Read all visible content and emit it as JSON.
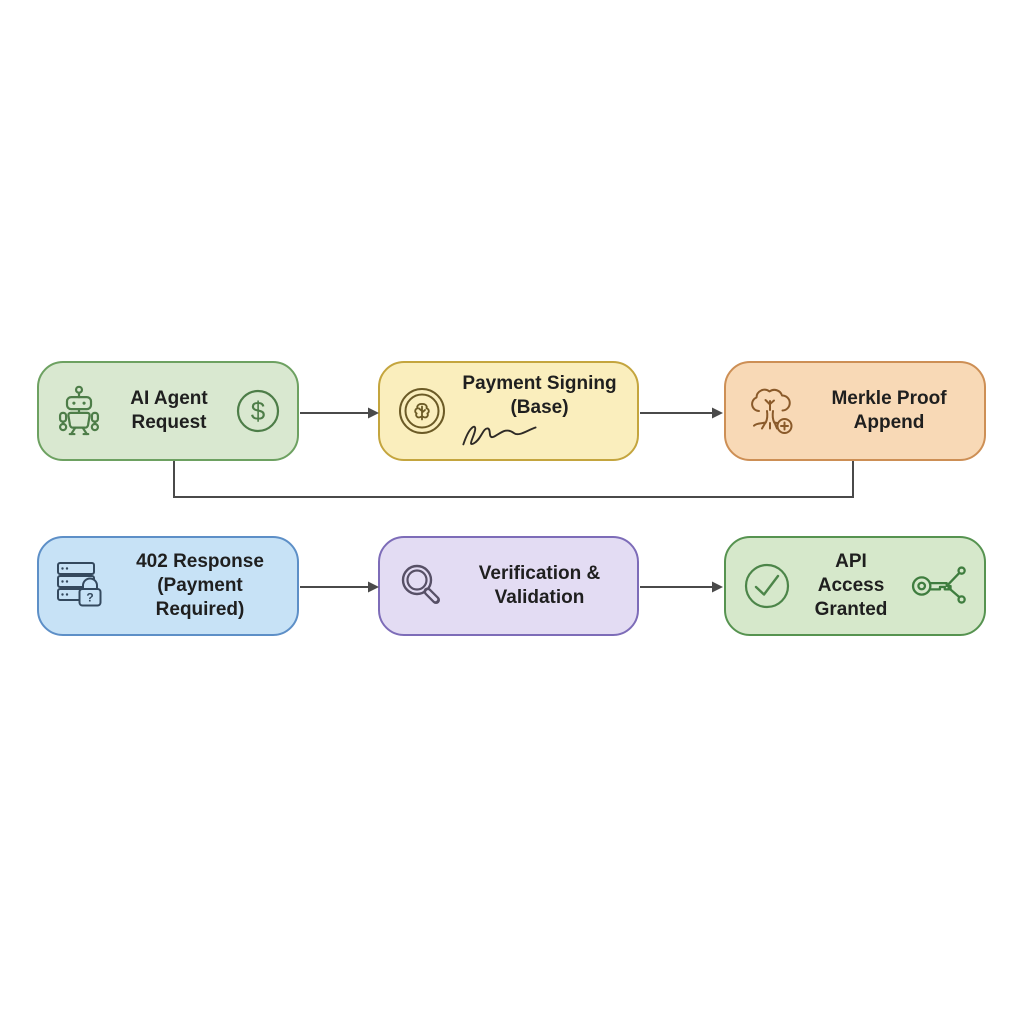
{
  "diagram": {
    "background": "#ffffff",
    "connector_color": "#4a4a4a",
    "text_color": "#1f1f1f"
  },
  "nodes": [
    {
      "id": "ai-agent-request",
      "line1": "AI Agent",
      "line2": "Request",
      "fill": "#d9e8d0",
      "border": "#6da161",
      "icons": [
        "robot-icon",
        "dollar-coin-icon"
      ]
    },
    {
      "id": "payment-signing-base",
      "line1": "Payment Signing",
      "line2": "(Base)",
      "fill": "#faeebd",
      "border": "#c4a53e",
      "icons": [
        "leaf-coin-icon",
        "signature-scribble-icon"
      ]
    },
    {
      "id": "merkle-proof-append",
      "line1": "Merkle Proof",
      "line2": "Append",
      "fill": "#f8d9b6",
      "border": "#cd8f55",
      "icons": [
        "tree-roots-plus-icon"
      ]
    },
    {
      "id": "402-response-payment-required",
      "line1": "402 Response",
      "line2": "(Payment Required)",
      "fill": "#c7e2f6",
      "border": "#5d8fc7",
      "icons": [
        "server-lock-icon"
      ]
    },
    {
      "id": "verification-validation",
      "line1": "Verification &",
      "line2": "Validation",
      "fill": "#e3dcf3",
      "border": "#7d6cb8",
      "icons": [
        "magnifier-icon"
      ]
    },
    {
      "id": "api-access-granted",
      "line1": "API Access",
      "line2": "Granted",
      "fill": "#d6e8cb",
      "border": "#569350",
      "icons": [
        "check-circle-icon",
        "key-network-icon"
      ]
    }
  ],
  "icons": {
    "dollar_glyph": "$",
    "question_glyph": "?"
  },
  "connections": [
    {
      "from": "ai-agent-request",
      "to": "payment-signing-base",
      "type": "arrow-right"
    },
    {
      "from": "payment-signing-base",
      "to": "merkle-proof-append",
      "type": "arrow-right"
    },
    {
      "from": "ai-agent-request",
      "to": "merkle-proof-append",
      "type": "u-shaped-line-bottom"
    },
    {
      "from": "402-response-payment-required",
      "to": "verification-validation",
      "type": "arrow-right"
    },
    {
      "from": "verification-validation",
      "to": "api-access-granted",
      "type": "arrow-right"
    }
  ]
}
